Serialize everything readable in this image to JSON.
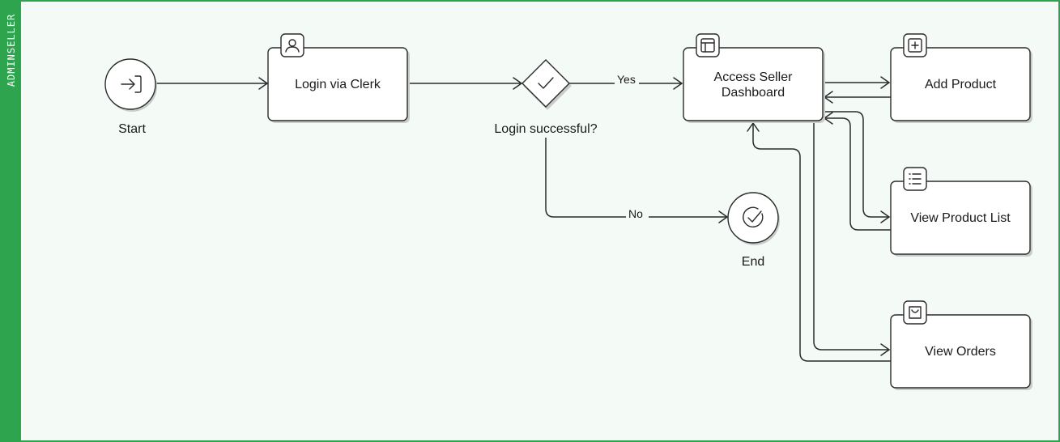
{
  "lane": {
    "label": "ADMINSELLER"
  },
  "nodes": {
    "start": {
      "label": "Start",
      "icon": "login-arrow-icon"
    },
    "login": {
      "label": "Login via Clerk",
      "icon": "user-icon"
    },
    "decision": {
      "label": "Login successful?",
      "icon": "checkmark-icon"
    },
    "dashboard": {
      "label_line1": "Access Seller",
      "label_line2": "Dashboard",
      "icon": "layout-icon"
    },
    "add_product": {
      "label": "Add Product",
      "icon": "plus-square-icon"
    },
    "product_list": {
      "label": "View Product List",
      "icon": "list-icon"
    },
    "orders": {
      "label": "View Orders",
      "icon": "shopping-bag-icon"
    },
    "end": {
      "label": "End",
      "icon": "check-circle-icon"
    }
  },
  "edges": {
    "yes_label": "Yes",
    "no_label": "No"
  },
  "colors": {
    "lane": "#2ea44f",
    "canvas": "#f4fbf6",
    "stroke": "#2b2b2b"
  }
}
